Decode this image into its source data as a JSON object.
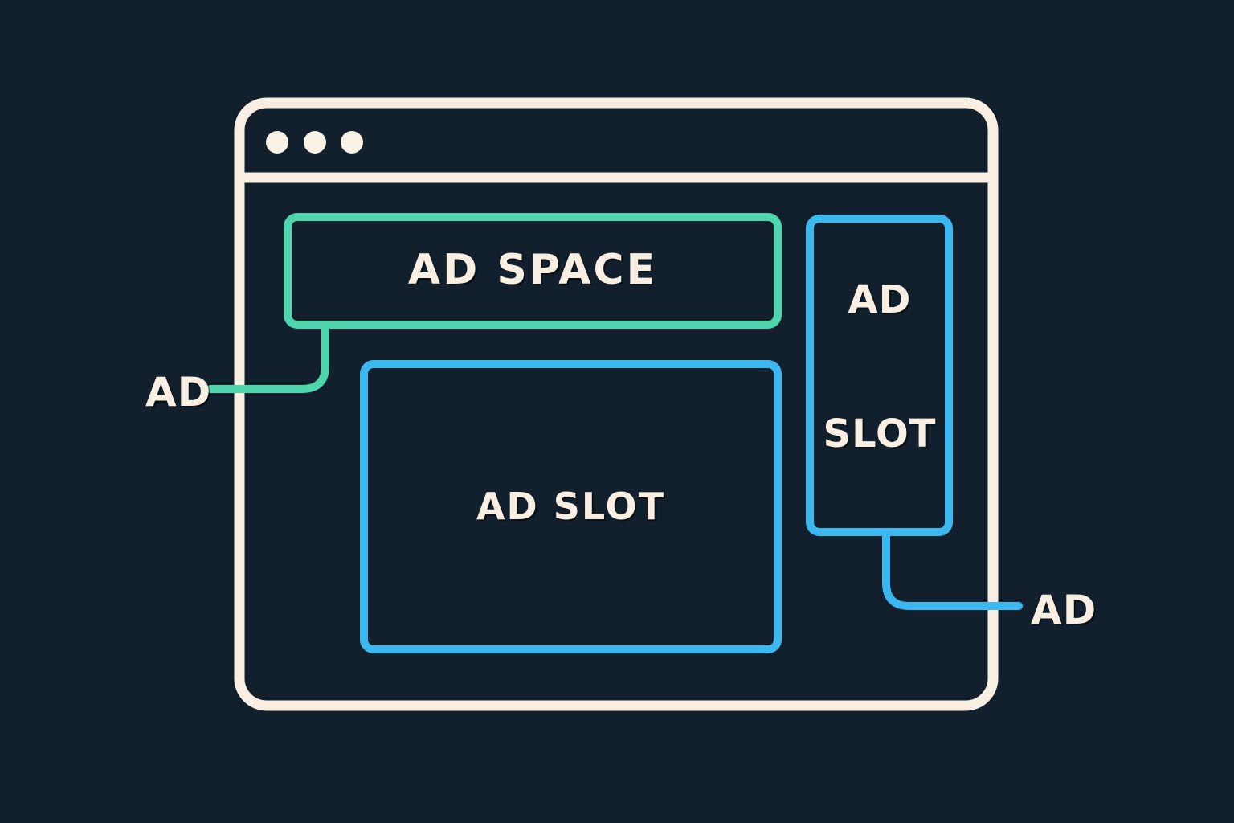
{
  "theme": {
    "background": "#121f2d",
    "frame_stroke": "#f8efe2",
    "accent_green": "#4ed6ad",
    "accent_blue": "#3cb8f0",
    "text": "#f8efe2"
  },
  "browser_window": {
    "name": "browser-mockup",
    "traffic_lights": [
      {
        "label": "close-dot"
      },
      {
        "label": "minimize-dot"
      },
      {
        "label": "maximize-dot"
      }
    ],
    "titlebar_divider": true
  },
  "ad_regions": [
    {
      "id": "ad-space-banner",
      "label": "AD SPACE",
      "color": "#4ed6ad",
      "orientation": "horizontal",
      "position": "top-banner"
    },
    {
      "id": "ad-slot-main",
      "label": "AD SLOT",
      "color": "#3cb8f0",
      "orientation": "horizontal",
      "position": "main-content"
    },
    {
      "id": "ad-slot-sidebar",
      "label": "AD\nSLOT",
      "label_line1": "AD",
      "label_line2": "SLOT",
      "color": "#3cb8f0",
      "orientation": "vertical",
      "position": "right-rail"
    }
  ],
  "callouts": [
    {
      "id": "callout-left",
      "label": "AD",
      "color": "#4ed6ad",
      "points_to": "ad-space-banner",
      "side": "left"
    },
    {
      "id": "callout-right",
      "label": "AD",
      "color": "#3cb8f0",
      "points_to": "ad-slot-sidebar",
      "side": "right"
    }
  ]
}
